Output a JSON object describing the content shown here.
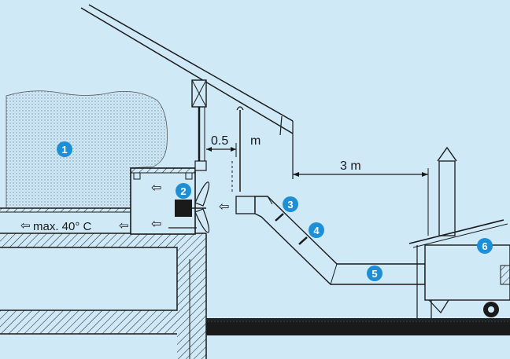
{
  "colors": {
    "background": "#cfe9f7",
    "line": "#1a1a1a",
    "marker": "#1e8fd4",
    "hay": "#c9e1ef"
  },
  "labels": {
    "dim_distance_to_wall": "0.5",
    "dim_unit": "m",
    "dim_distance_to_heater": "3 m",
    "max_temperature": "max. 40° C"
  },
  "markers": [
    "1",
    "2",
    "3",
    "4",
    "5",
    "6"
  ]
}
